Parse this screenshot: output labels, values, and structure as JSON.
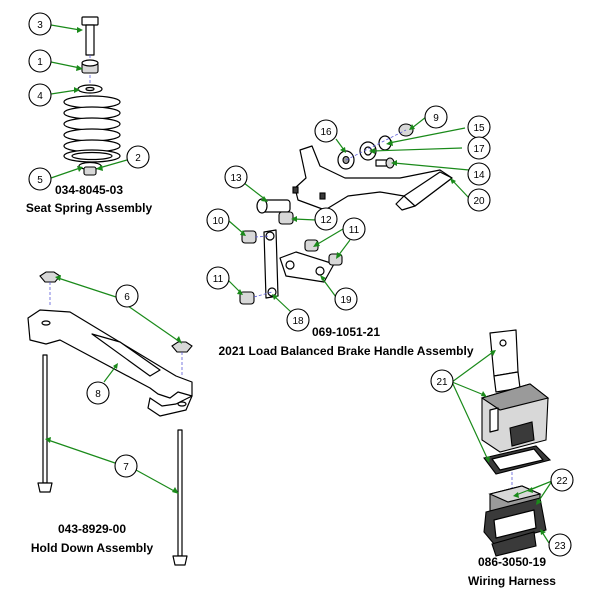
{
  "colors": {
    "leader": "#1a8a1a",
    "outline": "#000000",
    "axis": "#5a5ad8"
  },
  "assemblies": {
    "seat_spring": {
      "part_number": "034-8045-03",
      "name": "Seat Spring Assembly"
    },
    "brake_handle": {
      "part_number": "069-1051-21",
      "name": "2021 Load Balanced Brake Handle Assembly"
    },
    "hold_down": {
      "part_number": "043-8929-00",
      "name": "Hold Down Assembly"
    },
    "wiring_harness": {
      "part_number": "086-3050-19",
      "name": "Wiring Harness"
    }
  },
  "callouts": {
    "c1": "1",
    "c2": "2",
    "c3": "3",
    "c4": "4",
    "c5": "5",
    "c6": "6",
    "c7": "7",
    "c8": "8",
    "c9": "9",
    "c10a": "10",
    "c11a": "11",
    "c11b": "11",
    "c12": "12",
    "c13": "13",
    "c14": "14",
    "c15": "15",
    "c16": "16",
    "c17": "17",
    "c18": "18",
    "c19": "19",
    "c20": "20",
    "c21": "21",
    "c22": "22",
    "c23": "23"
  }
}
